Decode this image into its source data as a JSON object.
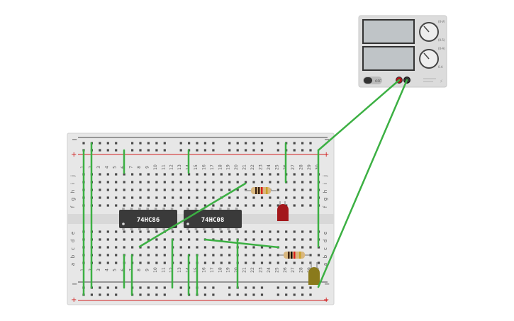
{
  "power_supply": {
    "switch_label": "OFF",
    "knob_top_labels": [
      "(0-V)",
      "(0.5)"
    ],
    "knob_bottom_labels": [
      "(0-A)",
      "0.A"
    ],
    "display_top": "",
    "display_bottom": ""
  },
  "breadboard": {
    "minus_label": "−",
    "plus_label": "+",
    "row_letters_top": [
      "j",
      "i",
      "h",
      "g",
      "f"
    ],
    "row_letters_bottom": [
      "e",
      "d",
      "c",
      "b",
      "a"
    ],
    "column_numbers": [
      "1",
      "2",
      "3",
      "4",
      "5",
      "6",
      "7",
      "8",
      "9",
      "10",
      "11",
      "12",
      "13",
      "14",
      "15",
      "16",
      "17",
      "18",
      "19",
      "20",
      "21",
      "22",
      "23",
      "24",
      "25",
      "26",
      "27",
      "28",
      "29",
      "30"
    ]
  },
  "chips": [
    {
      "id": "chip-1",
      "label": "74HC86"
    },
    {
      "id": "chip-2",
      "label": "74HC08"
    }
  ],
  "components": {
    "resistor_colors_1": [
      "#3b2314",
      "#3b2314",
      "#d81c1c",
      "#c9a227"
    ],
    "resistor_colors_2": [
      "#3b2314",
      "#111111",
      "#d81c1c",
      "#c9a227"
    ],
    "led_1_color": "#a3171b",
    "led_2_color": "#8a7a1c"
  },
  "colors": {
    "wire": "#3cb043",
    "board": "#e7e7e7",
    "rail_red": "#d21f1f",
    "rail_dark": "#444444",
    "chip": "#3a3a3a"
  }
}
